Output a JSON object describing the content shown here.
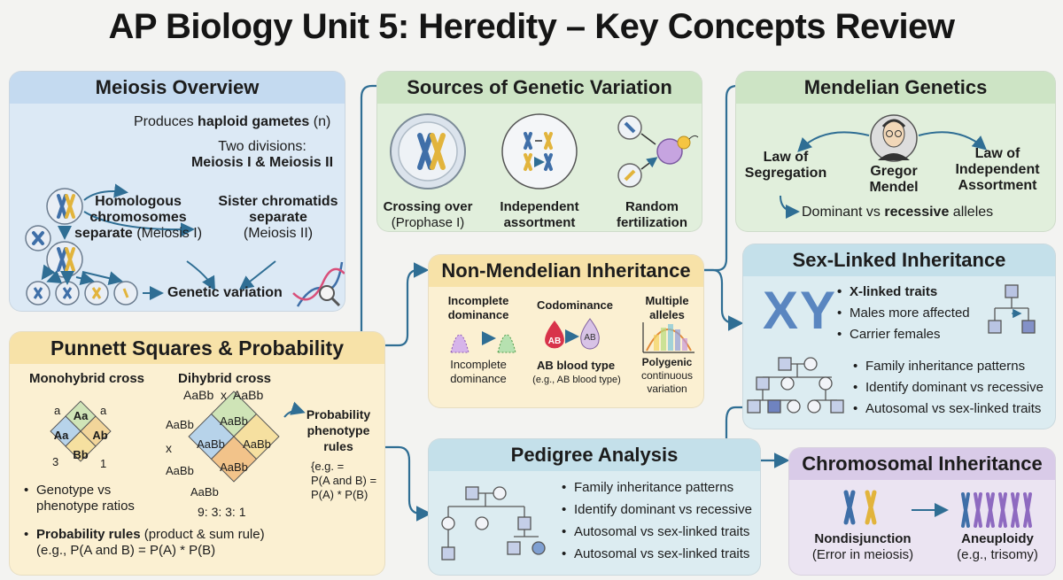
{
  "title": "AP Biology Unit 5: Heredity – Key Concepts Review",
  "colors": {
    "blue_panel": "#dce9f5",
    "blue_head": "#c4daf0",
    "green_panel": "#e1efdc",
    "green_head": "#cde4c5",
    "yellow_panel": "#fbf0d2",
    "yellow_head": "#f7e2a8",
    "teal_panel": "#dcecf1",
    "teal_head": "#c4e0ea",
    "purple_panel": "#ebe4f2",
    "purple_head": "#d9cbe8",
    "arrow": "#2f6e94",
    "chromosome_blue": "#3f6fa8",
    "chromosome_yellow": "#e2b43c"
  },
  "meiosis": {
    "title": "Meiosis Overview",
    "produces_pre": "Produces ",
    "produces_bold": "haploid gametes",
    "produces_post": " (n)",
    "divisions_line1": "Two divisions:",
    "divisions_line2": "Meiosis I & Meiosis II",
    "homologous_l1": "Homologous",
    "homologous_l2": "chromosomes",
    "homologous_l3_bold": "separate",
    "homologous_l3_rest": " (Meiosis I)",
    "sister_l1": "Sister chromatids",
    "sister_l2": "separate",
    "sister_l3": "(Meiosis II)",
    "genetic_variation": "Genetic variation"
  },
  "variation": {
    "title": "Sources of Genetic Variation",
    "items": [
      {
        "l1": "Crossing over",
        "l2": "(Prophase I)"
      },
      {
        "l1": "Independent",
        "l2": "assortment"
      },
      {
        "l1": "Random",
        "l2": "fertilization"
      }
    ]
  },
  "mendel": {
    "title": "Mendelian Genetics",
    "law_segregation_l1": "Law of",
    "law_segregation_l2": "Segregation",
    "gregor_l1": "Gregor",
    "gregor_l2": "Mendel",
    "law_independent_l1": "Law of",
    "law_independent_l2": "Independent",
    "law_independent_l3": "Assortment",
    "dominant_pre": "Dominant vs ",
    "dominant_bold": "recessive",
    "dominant_post": " alleles"
  },
  "nonmendel": {
    "title": "Non-Mendelian Inheritance",
    "incomplete_head_l1": "Incomplete",
    "incomplete_head_l2": "dominance",
    "incomplete_sub_l1": "Incomplete",
    "incomplete_sub_l2": "dominance",
    "codominance_head": "Codominance",
    "ab_label": "AB",
    "blood_type": "AB blood type",
    "blood_eg": "(e.g., AB blood type)",
    "multiple_l1": "Multiple",
    "multiple_l2": "alleles",
    "polygenic": "Polygenic",
    "continuous_l1": "continuous",
    "continuous_l2": "variation"
  },
  "sexlinked": {
    "title": "Sex-Linked Inheritance",
    "xy": "XY",
    "bullets_top": [
      "X-linked traits",
      "Males more affected",
      "Carrier females"
    ],
    "bullets_bottom": [
      "Family inheritance patterns",
      "Identify dominant vs recessive",
      "Autosomal vs sex-linked traits"
    ]
  },
  "punnett": {
    "title": "Punnett Squares & Probability",
    "mono_head": "Monohybrid cross",
    "mono_cells": [
      "Aa",
      "Aa",
      "Ab",
      "Bb"
    ],
    "mono_corners": [
      "a",
      "a",
      "3",
      "1"
    ],
    "di_head": "Dihybrid cross",
    "di_sub": "AaBb  x  AaBb",
    "di_cells": [
      "AaBb",
      "AaBb",
      "AaBb",
      "AaBb"
    ],
    "di_side": [
      "AaBb",
      "x",
      "AaBb",
      "AaBb"
    ],
    "di_ratio": "9: 3: 3: 1",
    "prob_head_l1": "Probability",
    "prob_head_l2": "phenotype",
    "prob_head_l3": "rules",
    "prob_eg_l1": "{e.g. =",
    "prob_eg_l2": "P(A and B) =",
    "prob_eg_l3": "P(A) * P(B)",
    "bullet1_l1": "Genotype vs",
    "bullet1_l2": "phenotype ratios",
    "bullet2_bold": "Probability rules",
    "bullet2_rest": " (product & sum rule)",
    "bullet2_l2": "(e.g., P(A and B) = P(A) * P(B)"
  },
  "pedigree": {
    "title": "Pedigree Analysis",
    "bullets": [
      "Family inheritance patterns",
      "Identify dominant vs recessive",
      "Autosomal vs sex-linked traits",
      "Autosomal vs sex-linked traits"
    ]
  },
  "chromosomal": {
    "title": "Chromosomal Inheritance",
    "nondisjunction": "Nondisjunction",
    "error": "(Error in meiosis)",
    "aneuploidy": "Aneuploidy",
    "trisomy": "(e.g., trisomy)"
  }
}
